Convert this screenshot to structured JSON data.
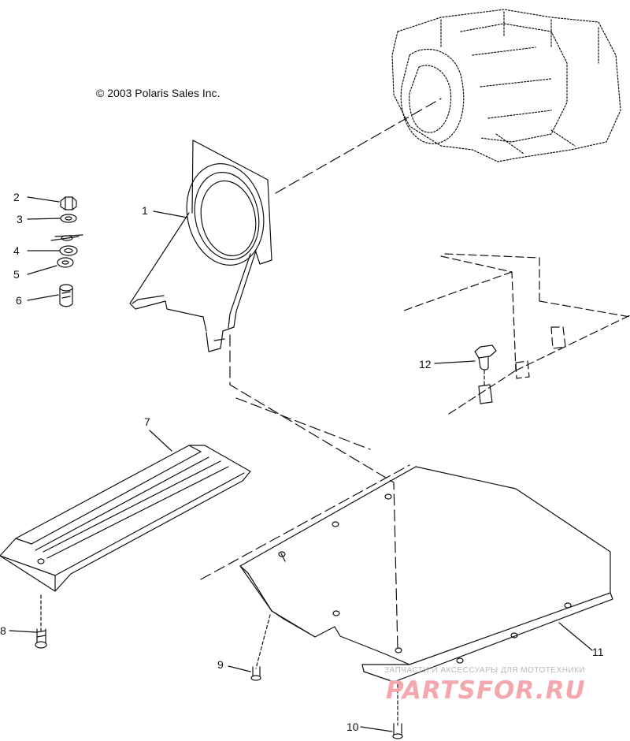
{
  "diagram": {
    "copyright": "© 2003 Polaris Sales Inc.",
    "watermark_caption": "ЗАПЧАСТИ И АКСЕССУАРЫ ДЛЯ МОТОТЕХНИКИ",
    "watermark_logo": "PARTSFOR.RU",
    "callouts": [
      "1",
      "2",
      "3",
      "4",
      "5",
      "6",
      "7",
      "8",
      "9",
      "10",
      "11",
      "12"
    ],
    "line_color": "#111111",
    "watermark_color": "#f3a8ad"
  }
}
